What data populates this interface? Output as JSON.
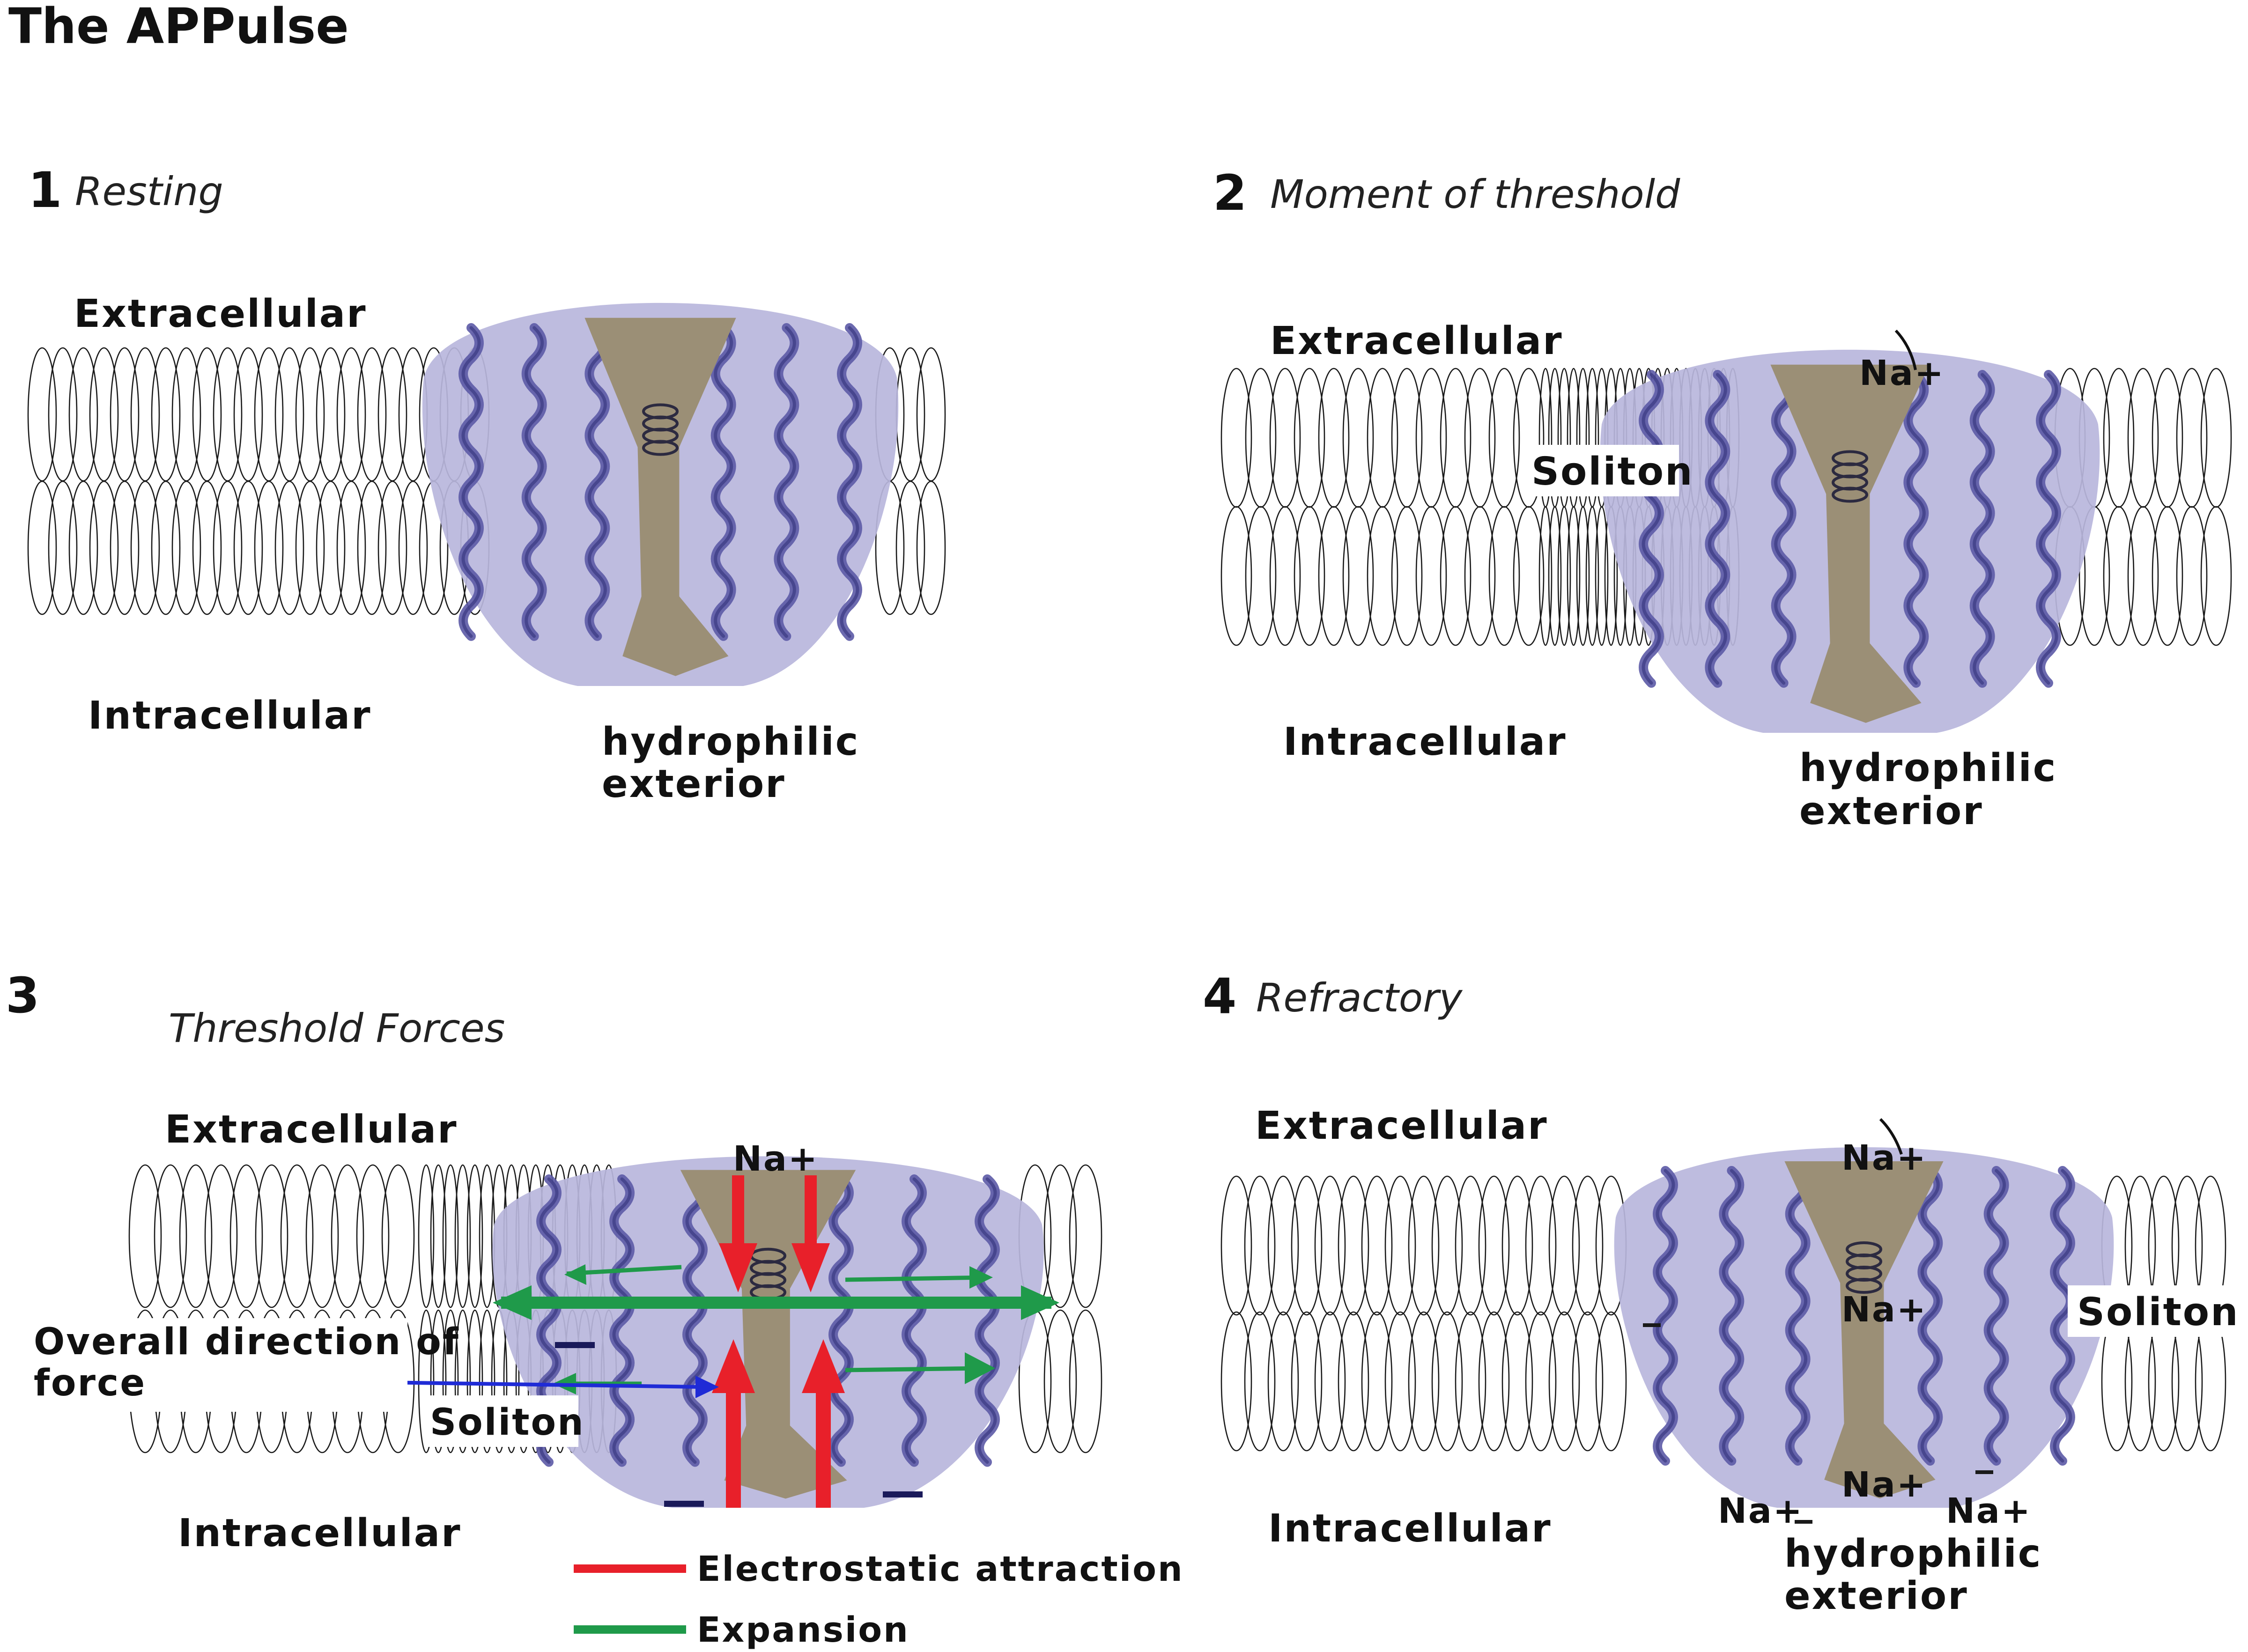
{
  "title": "The APPulse",
  "panels": [
    {
      "number": "1",
      "subtitle": "Resting",
      "labels": {
        "extracellular": "Extracellular",
        "intracellular": "Intracellular",
        "hydrophilic_line1": "hydrophilic",
        "hydrophilic_line2": "exterior"
      }
    },
    {
      "number": "2",
      "subtitle": "Moment of threshold",
      "labels": {
        "extracellular": "Extracellular",
        "intracellular": "Intracellular",
        "soliton": "Soliton",
        "na": "Na+",
        "hydrophilic_line1": "hydrophilic",
        "hydrophilic_line2": "exterior"
      }
    },
    {
      "number": "3",
      "subtitle": "Threshold Forces",
      "labels": {
        "extracellular": "Extracellular",
        "intracellular": "Intracellular",
        "soliton": "Soliton",
        "na": "Na+",
        "overall_line1": "Overall direction of",
        "overall_line2": "force"
      },
      "legend": [
        {
          "color": "#e8202a",
          "label": "Electrostatic attraction"
        },
        {
          "color": "#1f9a4a",
          "label": "Expansion"
        }
      ]
    },
    {
      "number": "4",
      "subtitle": "Refractory",
      "labels": {
        "extracellular": "Extracellular",
        "intracellular": "Intracellular",
        "soliton": "Soliton",
        "na_top": "Na+",
        "na_mid": "Na+",
        "na_bottom": "Na+",
        "na_left": "Na+",
        "na_right": "Na+",
        "hydrophilic_line1": "hydrophilic",
        "hydrophilic_line2": "exterior"
      }
    }
  ],
  "colors": {
    "protein": "#5c5aa6",
    "protein_halo": "#b9b6dc",
    "pore": "#9b8f76",
    "electrostatic": "#e8202a",
    "expansion": "#1f9a4a",
    "overall_force": "#1f2bd6",
    "charge": "#1a1a5a"
  }
}
